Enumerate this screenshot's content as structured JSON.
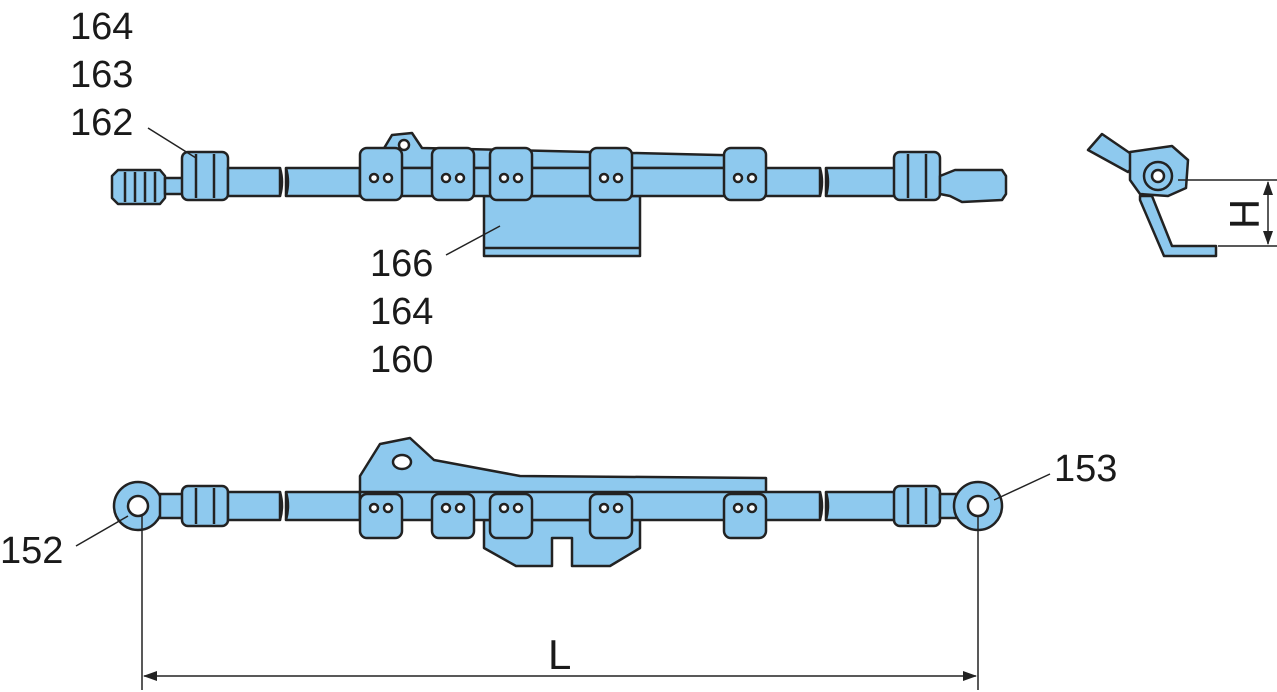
{
  "colors": {
    "part_fill": "#8ec9ee",
    "outline": "#222222",
    "hole_fill": "#ffffff"
  },
  "labels": {
    "top_left": [
      "164",
      "163",
      "162"
    ],
    "top_middle": [
      "166",
      "164",
      "160"
    ],
    "bottom_left": "152",
    "bottom_right": "153"
  },
  "dimensions": {
    "length": "L",
    "height": "H"
  }
}
